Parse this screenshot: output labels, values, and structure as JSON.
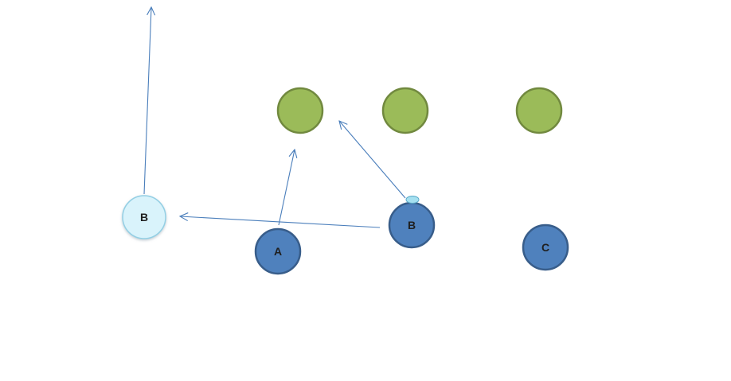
{
  "diagram": {
    "colors": {
      "defender_fill": "#9bbb59",
      "defender_stroke": "#71893f",
      "player_fill": "#4f81bd",
      "player_stroke": "#385d8a",
      "ghost_fill": "#d9f3fb",
      "ghost_stroke": "#93cfe4",
      "ball_fill": "#a5e0f0",
      "ball_stroke": "#5aa9c8",
      "route_color": "#4a7ebb",
      "label_color": "#1f1f1f"
    },
    "players": [
      {
        "id": "player-a",
        "label": "A",
        "style": "solid"
      },
      {
        "id": "player-b",
        "label": "B",
        "style": "solid"
      },
      {
        "id": "player-c",
        "label": "C",
        "style": "solid"
      },
      {
        "id": "player-b-destination",
        "label": "B",
        "style": "light"
      }
    ],
    "defenders": [
      {
        "id": "defender-left"
      },
      {
        "id": "defender-middle"
      },
      {
        "id": "defender-right"
      }
    ],
    "ball": {
      "id": "ball",
      "held_by": "B"
    },
    "routes": [
      {
        "id": "route-ghost-b-upfield",
        "from": "B (light)",
        "direction": "up"
      },
      {
        "id": "route-a-upfield",
        "from": "A",
        "direction": "up"
      },
      {
        "id": "route-b-diagonal",
        "from": "B",
        "direction": "up-left"
      },
      {
        "id": "route-b-to-left",
        "from": "B",
        "direction": "left"
      }
    ]
  }
}
